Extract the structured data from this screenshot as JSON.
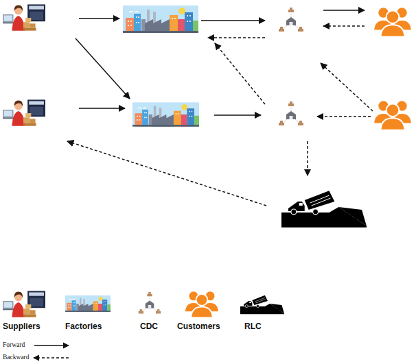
{
  "diagram": {
    "legend": [
      {
        "text": "Suppliers"
      },
      {
        "text": "Factories"
      },
      {
        "text": "CDC"
      },
      {
        "text": "Customers"
      },
      {
        "text": "RLC"
      },
      {
        "text": "Forward"
      },
      {
        "text": "Backward"
      }
    ]
  }
}
